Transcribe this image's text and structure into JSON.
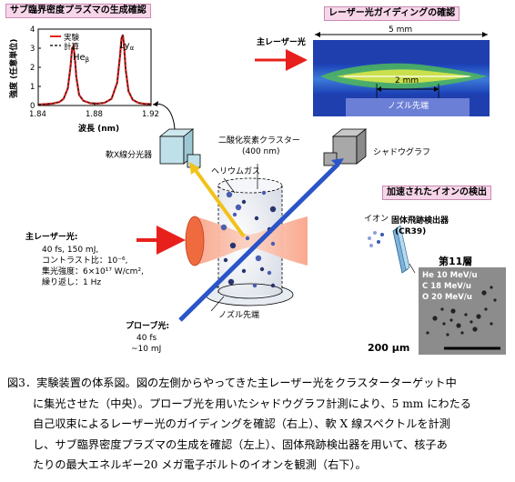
{
  "tags": {
    "plasma": "サブ臨界密度プラズマの生成確認",
    "guiding": "レーザー光ガイディングの確認",
    "ions": "加速されたイオンの検出"
  },
  "chart_data": {
    "type": "line",
    "xlabel": "波長 (nm)",
    "ylabel": "強度 (任意単位)",
    "xlim": [
      1.84,
      1.92
    ],
    "ylim": [
      0,
      4
    ],
    "xticks": [
      "1.84",
      "1.88",
      "1.92"
    ],
    "yticks": [
      "0",
      "1",
      "2",
      "3",
      "4"
    ],
    "peak_labels": [
      "He",
      "Ly"
    ],
    "peak_subs": [
      "β",
      "α"
    ],
    "series": [
      {
        "name": "実験",
        "style": "solid",
        "color": "#e8201c",
        "x": [
          1.84,
          1.845,
          1.85,
          1.855,
          1.858,
          1.861,
          1.863,
          1.864,
          1.865,
          1.866,
          1.867,
          1.869,
          1.872,
          1.877,
          1.882,
          1.887,
          1.892,
          1.896,
          1.898,
          1.899,
          1.9,
          1.901,
          1.902,
          1.904,
          1.907,
          1.911,
          1.915,
          1.92
        ],
        "y": [
          0.05,
          0.07,
          0.1,
          0.18,
          0.35,
          0.9,
          2.1,
          3.0,
          3.1,
          2.5,
          1.5,
          0.55,
          0.25,
          0.12,
          0.1,
          0.14,
          0.35,
          1.2,
          2.6,
          3.5,
          3.7,
          3.0,
          1.9,
          0.75,
          0.3,
          0.14,
          0.09,
          0.07
        ]
      },
      {
        "name": "計算",
        "style": "dashed",
        "color": "#222222",
        "x": [
          1.84,
          1.845,
          1.85,
          1.855,
          1.858,
          1.861,
          1.863,
          1.864,
          1.865,
          1.866,
          1.867,
          1.869,
          1.872,
          1.877,
          1.882,
          1.887,
          1.892,
          1.896,
          1.898,
          1.899,
          1.9,
          1.901,
          1.902,
          1.904,
          1.907,
          1.911,
          1.915,
          1.92
        ],
        "y": [
          0.05,
          0.07,
          0.1,
          0.18,
          0.35,
          0.9,
          2.1,
          3.0,
          3.1,
          2.5,
          1.5,
          0.55,
          0.25,
          0.12,
          0.1,
          0.14,
          0.35,
          1.2,
          2.6,
          3.5,
          3.7,
          3.0,
          1.9,
          0.75,
          0.3,
          0.14,
          0.09,
          0.07
        ]
      }
    ]
  },
  "labels": {
    "xray_spectrometer": "軟X線分光器",
    "co2_cluster": "二酸化炭素クラスター",
    "co2_size": "(400 nm)",
    "helium": "ヘリウムガス",
    "shadowgraph": "シャドウグラフ",
    "main_laser_top": "主レーザー光",
    "scale_5mm": "5 mm",
    "scale_2mm": "2 mm",
    "nozzle_tip_top": "ノズル先端",
    "main_laser": "主レーザー光:",
    "laser_params": [
      "40 fs, 150 mJ,",
      "コントラスト比：10⁻⁶,",
      "集光強度：6×10¹⁷ W/cm²,",
      "繰り返し：1 Hz"
    ],
    "ion": "イオン",
    "detector": "固体飛跡検出器",
    "detector_sub": "(CR39)",
    "layer": "第11層",
    "energies": [
      "He 10 MeV/u",
      "C 18 MeV/u",
      "O 20 MeV/u"
    ],
    "scale_200": "200 μm",
    "probe": "プローブ光:",
    "probe_params": [
      "40 fs",
      "~10 mJ"
    ],
    "nozzle_tip": "ノズル先端"
  },
  "caption": [
    "図3．実験装置の体系図。図の左側からやってきた主レーザー光をクラスターターゲット中",
    "に集光させた（中央）。プローブ光を用いたシャドウグラフ計測により、5 mm にわたる",
    "自己収束によるレーザー光のガイディングを確認（右上）、軟 X 線スペクトルを計測",
    "し、サブ臨界密度プラズマの生成を確認（左上）、固体飛跡検出器を用いて、核子あ",
    "たりの最大エネルギー20 メガ電子ボルトのイオンを観測（右下）。"
  ],
  "colors": {
    "laser": "#e8201c",
    "probe": "#2a54c8",
    "xray": "#f2c21a",
    "accent_pink": "#f7d6ea"
  }
}
